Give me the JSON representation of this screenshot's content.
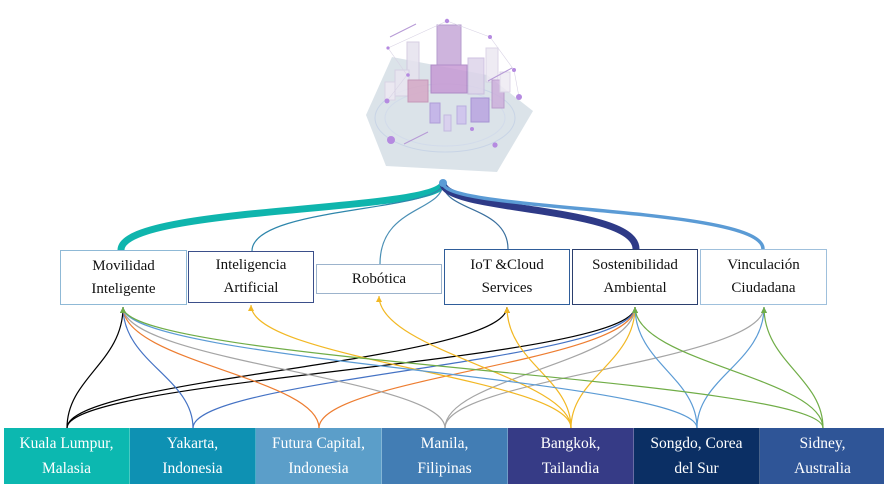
{
  "diagram": {
    "hub_image": "smart-city-isometric-illustration",
    "categories": [
      {
        "id": "movilidad",
        "label": "Movilidad\nInteligente",
        "border": "#8fb9d6",
        "link_color": "#0fb5ad",
        "link_weight": "heavy"
      },
      {
        "id": "ia",
        "label": "Inteligencia\nArtificial",
        "border": "#3b4f8a",
        "link_color": "#2e86ab",
        "link_weight": "thin"
      },
      {
        "id": "robotica",
        "label": "Robótica",
        "border": "#9cb3cc",
        "link_color": "#4a8fb5",
        "link_weight": "thin"
      },
      {
        "id": "iot",
        "label": "IoT &Cloud\nServices",
        "border": "#2f5d9a",
        "link_color": "#3a6f9e",
        "link_weight": "thin"
      },
      {
        "id": "sostenibilidad",
        "label": "Sostenibilidad\nAmbiental",
        "border": "#2b3f6e",
        "link_color": "#2e3a87",
        "link_weight": "heavy"
      },
      {
        "id": "vinculacion",
        "label": "Vinculación\nCiudadana",
        "border": "#9fc0dc",
        "link_color": "#5b9bd5",
        "link_weight": "medium"
      }
    ],
    "cities": [
      {
        "id": "kl",
        "label": "Kuala Lumpur,\nMalasia",
        "color": "#0cb8b0",
        "line": "#000000"
      },
      {
        "id": "yak",
        "label": "Yakarta,\nIndonesia",
        "color": "#0e91b3",
        "line": "#4472c4"
      },
      {
        "id": "futura",
        "label": "Futura Capital,\nIndonesia",
        "color": "#5b9ec9",
        "line": "#ed7d31"
      },
      {
        "id": "manila",
        "label": "Manila,\nFilipinas",
        "color": "#427db4",
        "line": "#a5a5a5"
      },
      {
        "id": "bangkok",
        "label": "Bangkok,\nTailandia",
        "color": "#363b86",
        "line": "#f2b824"
      },
      {
        "id": "songdo",
        "label": "Songdo, Corea\ndel Sur",
        "color": "#0b2f64",
        "line": "#5b9bd5"
      },
      {
        "id": "sidney",
        "label": "Sidney,\nAustralia",
        "color": "#2f5597",
        "line": "#70ad47"
      }
    ],
    "connections": [
      {
        "from": "kl",
        "to": [
          "movilidad",
          "iot",
          "sostenibilidad"
        ]
      },
      {
        "from": "yak",
        "to": [
          "movilidad",
          "sostenibilidad"
        ]
      },
      {
        "from": "futura",
        "to": [
          "movilidad",
          "sostenibilidad"
        ]
      },
      {
        "from": "manila",
        "to": [
          "movilidad",
          "sostenibilidad",
          "vinculacion"
        ]
      },
      {
        "from": "bangkok",
        "to": [
          "ia",
          "robotica",
          "iot",
          "sostenibilidad"
        ]
      },
      {
        "from": "songdo",
        "to": [
          "movilidad",
          "sostenibilidad",
          "vinculacion"
        ]
      },
      {
        "from": "sidney",
        "to": [
          "movilidad",
          "sostenibilidad",
          "vinculacion"
        ]
      }
    ]
  }
}
